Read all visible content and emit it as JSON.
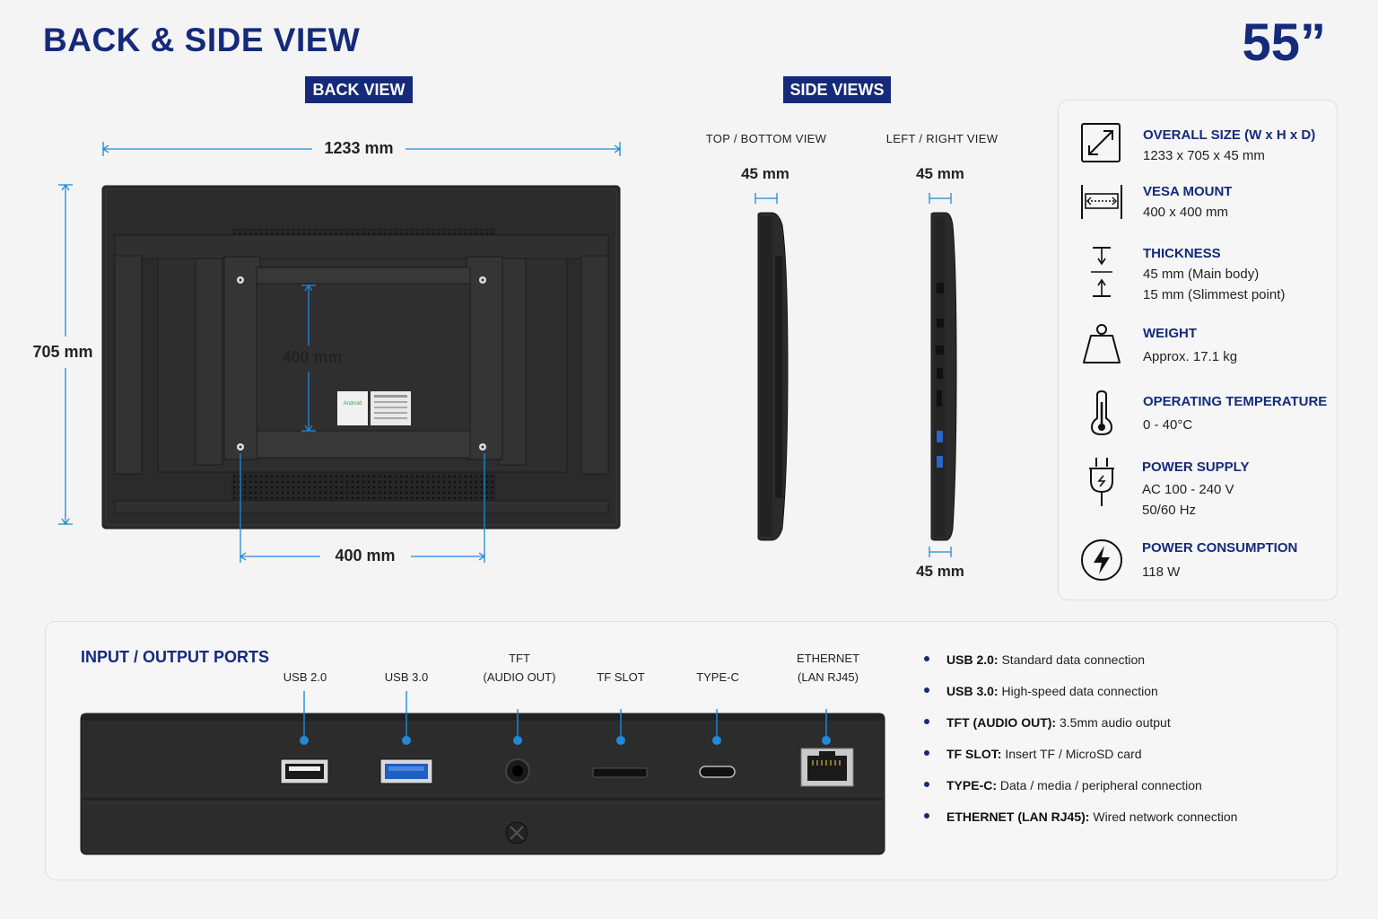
{
  "header": {
    "title": "BACK & SIDE VIEW",
    "size": "55”"
  },
  "back_view": {
    "label": "BACK VIEW",
    "width": "1233 mm",
    "height": "705 mm",
    "vesa_vertical": "400 mm",
    "vesa_horizontal": "400 mm",
    "sticker_brand": "Android"
  },
  "side_views": {
    "label": "SIDE VIEWS",
    "top_bottom": {
      "title": "TOP / BOTTOM VIEW",
      "depth": "45 mm"
    },
    "left_right": {
      "title": "LEFT / RIGHT VIEW",
      "depth_top": "45 mm",
      "depth_bottom": "45 mm"
    }
  },
  "specs": [
    {
      "icon": "diagonal-arrow-icon",
      "label": "OVERALL SIZE (W x H x D)",
      "lines": [
        "1233 x 705 x 45 mm"
      ]
    },
    {
      "icon": "vesa-mount-icon",
      "label": "VESA MOUNT",
      "lines": [
        "400 x 400 mm"
      ]
    },
    {
      "icon": "thickness-icon",
      "label": "THICKNESS",
      "lines": [
        "45 mm (Main body)",
        "15 mm (Slimmest point)"
      ]
    },
    {
      "icon": "weight-icon",
      "label": "WEIGHT",
      "lines": [
        "Approx. 17.1 kg"
      ]
    },
    {
      "icon": "thermometer-icon",
      "label": "OPERATING TEMPERATURE",
      "lines": [
        "0 - 40°C"
      ]
    },
    {
      "icon": "power-plug-icon",
      "label": "POWER SUPPLY",
      "lines": [
        "AC 100 - 240 V",
        "50/60 Hz"
      ]
    },
    {
      "icon": "lightning-icon",
      "label": "POWER CONSUMPTION",
      "lines": [
        "118 W"
      ]
    }
  ],
  "ports": {
    "title": "INPUT / OUTPUT PORTS",
    "labels": [
      {
        "l1": "",
        "l2": "USB 2.0"
      },
      {
        "l1": "",
        "l2": "USB 3.0"
      },
      {
        "l1": "TFT",
        "l2": "(AUDIO OUT)"
      },
      {
        "l1": "",
        "l2": "TF SLOT"
      },
      {
        "l1": "",
        "l2": "TYPE-C"
      },
      {
        "l1": "ETHERNET",
        "l2": "(LAN RJ45)"
      }
    ],
    "descriptions": [
      {
        "name": "USB 2.0:",
        "desc": "Standard data connection"
      },
      {
        "name": "USB 3.0:",
        "desc": "High-speed data connection"
      },
      {
        "name": "TFT (AUDIO OUT):",
        "desc": "3.5mm audio output"
      },
      {
        "name": "TF SLOT:",
        "desc": "Insert TF / MicroSD card"
      },
      {
        "name": "TYPE-C:",
        "desc": "Data / media / peripheral connection"
      },
      {
        "name": "ETHERNET (LAN RJ45):",
        "desc": "Wired network connection"
      }
    ]
  },
  "colors": {
    "navy": "#152a7a",
    "dimension_blue": "#1f8ad6",
    "device": "#2b2b2b"
  }
}
